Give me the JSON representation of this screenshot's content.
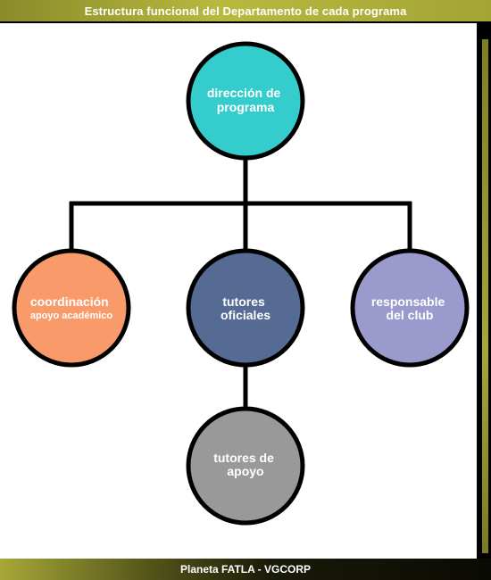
{
  "header": {
    "title": "Estructura funcional del Departamento de cada programa"
  },
  "footer": {
    "text": "Planeta FATLA - VGCORP"
  },
  "colors": {
    "teal": "#34cccc",
    "orange": "#f99a6b",
    "slate": "#566b93",
    "lavender": "#9a9acc",
    "gray": "#999999"
  },
  "nodes": {
    "direccion": {
      "line1": "dirección de",
      "line2": "programa"
    },
    "coordinacion": {
      "line1": "coordinación",
      "line2": "apoyo académico"
    },
    "tutores_oficiales": {
      "line1": "tutores",
      "line2": "oficiales"
    },
    "responsable": {
      "line1": "responsable",
      "line2": "del club"
    },
    "tutores_apoyo": {
      "line1": "tutores de",
      "line2": "apoyo"
    }
  }
}
